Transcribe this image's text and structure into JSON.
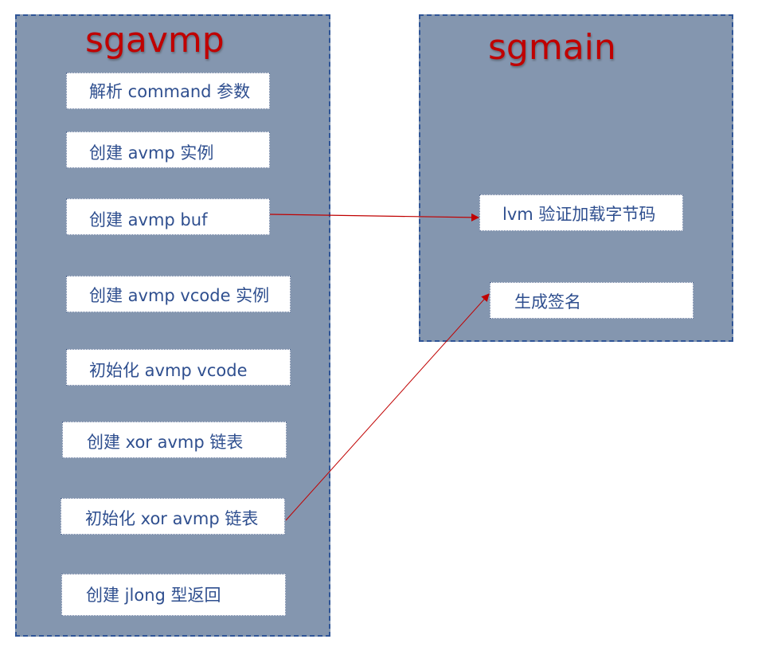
{
  "diagram": {
    "colors": {
      "panel_fill": "#8496af",
      "panel_border": "#2f5597",
      "title": "#c00000",
      "step_text": "#2f4f8f",
      "arrow": "#c00000"
    },
    "panels": [
      {
        "id": "sgavmp",
        "title": "sgavmp",
        "steps": [
          "解析 command 参数",
          "创建 avmp 实例",
          "创建 avmp buf",
          "创建 avmp vcode 实例",
          "初始化 avmp vcode",
          "创建 xor avmp 链表",
          "初始化 xor avmp 链表",
          "创建 jlong 型返回"
        ]
      },
      {
        "id": "sgmain",
        "title": "sgmain",
        "steps": [
          "lvm 验证加载字节码",
          "生成签名"
        ]
      }
    ],
    "edges": [
      {
        "from": "创建 avmp buf",
        "to": "lvm 验证加载字节码"
      },
      {
        "from": "初始化 xor avmp 链表",
        "to": "生成签名"
      }
    ]
  }
}
